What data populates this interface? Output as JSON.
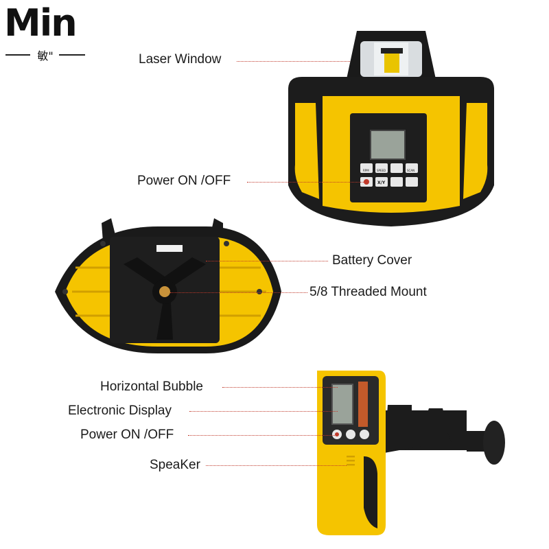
{
  "brand": {
    "logo_text": "Min",
    "logo_subtext": "敏\""
  },
  "laser_unit": {
    "callouts": {
      "laser_window": "Laser Window",
      "power_on_off": "Power ON /OFF"
    }
  },
  "base": {
    "callouts": {
      "battery_cover": "Battery Cover",
      "threaded_mount": "5/8 Threaded Mount"
    }
  },
  "receiver": {
    "callouts": {
      "horizontal_bubble": "Horizontal Bubble",
      "electronic_display": "Electronic Display",
      "power_on_off": "Power ON /OFF",
      "speaker": "SpeaKer"
    }
  },
  "keypad": {
    "key_labels": [
      "RPM",
      "SPEED",
      "",
      "SCAN",
      "",
      "X/Y",
      "",
      ""
    ]
  },
  "colors": {
    "yellow": "#f5c400",
    "black": "#1a1a1a",
    "leader": "#c0392b"
  }
}
